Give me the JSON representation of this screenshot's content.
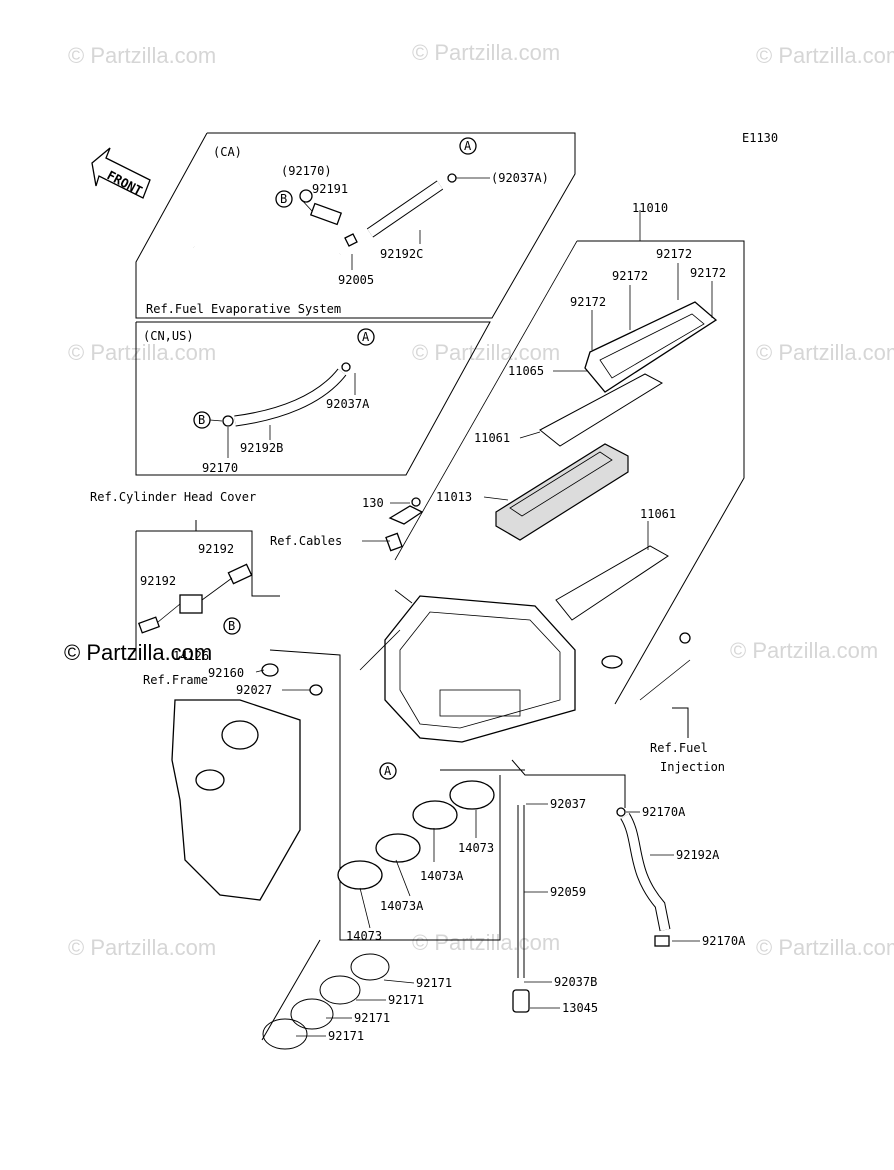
{
  "diagram_code": "E1130",
  "front_label": "FRONT",
  "watermark": "© Partzilla.com",
  "sections": {
    "ca": "(CA)",
    "cnus": "(CN,US)",
    "fuel_evap": "Ref.Fuel Evaporative System",
    "cyl_head": "Ref.Cylinder Head Cover",
    "frame": "Ref.Frame",
    "cables": "Ref.Cables",
    "fuel_inj_1": "Ref.Fuel",
    "fuel_inj_2": "Injection"
  },
  "markers": {
    "a": "A",
    "b": "B"
  },
  "parts": {
    "p92170_paren": "(92170)",
    "p92191": "92191",
    "p92037A_paren": "(92037A)",
    "p92192C": "92192C",
    "p92005": "92005",
    "p92037A": "92037A",
    "p92192B": "92192B",
    "p92170": "92170",
    "p11010": "11010",
    "p92172_a": "92172",
    "p92172_b": "92172",
    "p92172_c": "92172",
    "p92172_d": "92172",
    "p11065": "11065",
    "p11061_a": "11061",
    "p11013": "11013",
    "p130": "130",
    "p11061_b": "11061",
    "p92192_a": "92192",
    "p92192_b": "92192",
    "p14126": "14126",
    "p92160": "92160",
    "p92027": "92027",
    "p92037": "92037",
    "p92170A_a": "92170A",
    "p14073_a": "14073",
    "p92192A": "92192A",
    "p14073A_a": "14073A",
    "p14073A_b": "14073A",
    "p92059": "92059",
    "p14073_b": "14073",
    "p92170A_b": "92170A",
    "p92171_a": "92171",
    "p92037B": "92037B",
    "p92171_b": "92171",
    "p13045": "13045",
    "p92171_c": "92171",
    "p92171_d": "92171"
  }
}
